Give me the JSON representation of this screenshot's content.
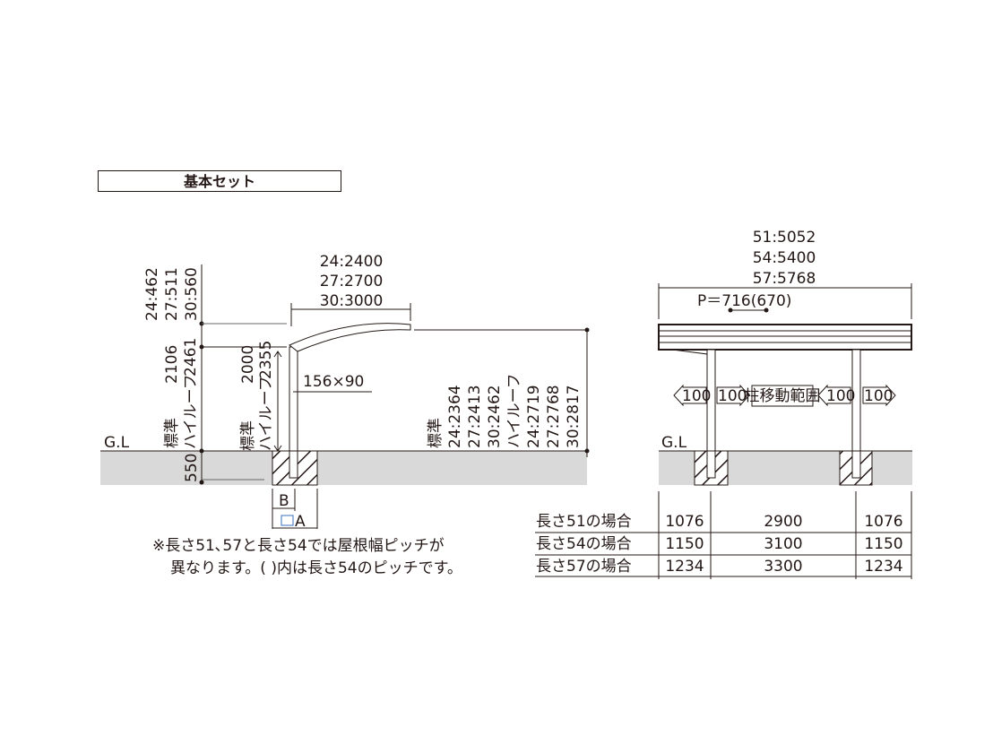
{
  "title": "基本セット",
  "side_view": {
    "gl_label": "G.L",
    "roof_rise": [
      "24:462",
      "27:511",
      "30:560"
    ],
    "overall_height": {
      "std": "2106",
      "high": "2461"
    },
    "grade_labels": {
      "std": "標準",
      "high": "ハイルーフ"
    },
    "clear_height": {
      "std": "2000",
      "high": "2355"
    },
    "post_size": "156×90",
    "depth": [
      "24:2400",
      "27:2700",
      "30:3000"
    ],
    "front_height": {
      "std_label": "標準",
      "std": [
        "24:2364",
        "27:2413",
        "30:2462"
      ],
      "high_label": "ハイルーフ",
      "high": [
        "24:2719",
        "27:2768",
        "30:2817"
      ]
    },
    "embed_depth": "550",
    "foundation_b": "B",
    "foundation_a": "A"
  },
  "note": [
    "※長さ51､57と長さ54では屋根幅ピッチが",
    "異なります。( )内は長さ54のピッチです。"
  ],
  "front_view": {
    "gl_label": "G.L",
    "width": [
      "51:5052",
      "54:5400",
      "57:5768"
    ],
    "pitch": "P＝716(670)",
    "offset": "100",
    "post_range": "柱移動範囲"
  },
  "table": {
    "rows": [
      {
        "label": "長さ51の場合",
        "values": [
          "1076",
          "2900",
          "1076"
        ]
      },
      {
        "label": "長さ54の場合",
        "values": [
          "1150",
          "3100",
          "1150"
        ]
      },
      {
        "label": "長さ57の場合",
        "values": [
          "1234",
          "3300",
          "1234"
        ]
      }
    ]
  }
}
